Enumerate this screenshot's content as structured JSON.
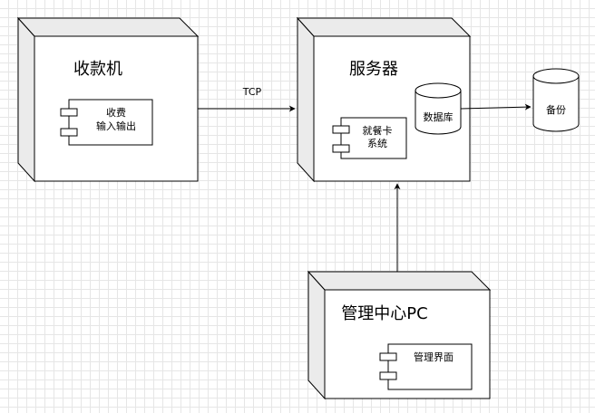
{
  "nodes": {
    "cashier": {
      "title": "收款机",
      "component_lines": [
        "收费",
        "输入输出"
      ]
    },
    "server": {
      "title": "服务器",
      "component_lines": [
        "就餐卡",
        "系统"
      ],
      "database": "数据库"
    },
    "admin": {
      "title": "管理中心PC",
      "component_lines": [
        "管理界面"
      ]
    }
  },
  "backup": "备份",
  "edges": {
    "cashier_to_server": "TCP"
  }
}
